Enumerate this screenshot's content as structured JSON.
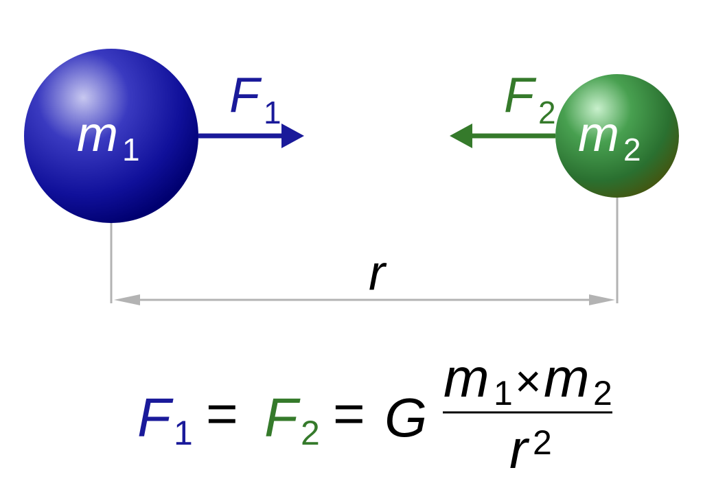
{
  "colors": {
    "body1": "#1a1a9a",
    "body2": "#357a2b",
    "dimension": "#b3b3b3",
    "text": "#000000"
  },
  "mass1": {
    "symbol": "m",
    "subscript": "1"
  },
  "mass2": {
    "symbol": "m",
    "subscript": "2"
  },
  "force1": {
    "symbol": "F",
    "subscript": "1"
  },
  "force2": {
    "symbol": "F",
    "subscript": "2"
  },
  "distance": {
    "symbol": "r"
  },
  "formula": {
    "f1": "F",
    "f1_sub": "1",
    "eq1": "=",
    "f2": "F",
    "f2_sub": "2",
    "eq2": "=",
    "G": "G",
    "num_m1": "m",
    "num_m1_sub": "1",
    "times": "×",
    "num_m2": "m",
    "num_m2_sub": "2",
    "den_r": "r",
    "den_exp": "2"
  }
}
